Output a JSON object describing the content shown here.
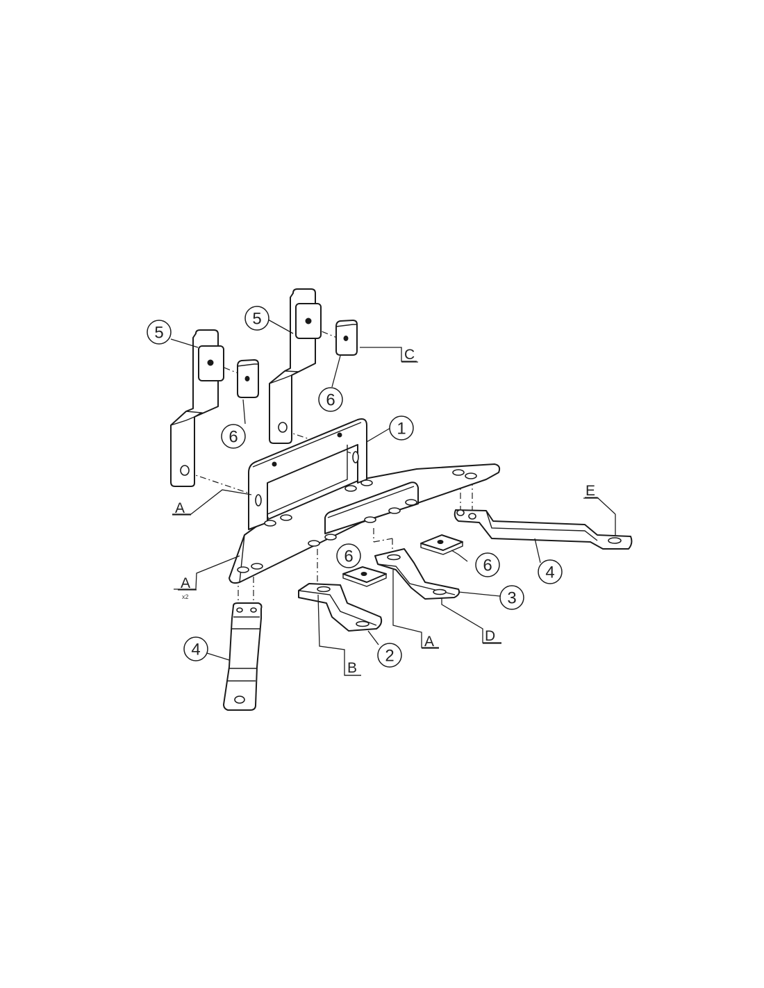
{
  "balloons": {
    "b1": "1",
    "b2": "2",
    "b3": "3",
    "b4_right": "4",
    "b4_left": "4",
    "b5_left": "5",
    "b5_mid": "5",
    "b6_a": "6",
    "b6_b": "6",
    "b6_c": "6",
    "b6_d": "6"
  },
  "refs": {
    "a_left": "A",
    "a_lower": "A",
    "a_lower_note": "x2",
    "a_bottom": "A",
    "b": "B",
    "c": "C",
    "d": "D",
    "e": "E"
  }
}
